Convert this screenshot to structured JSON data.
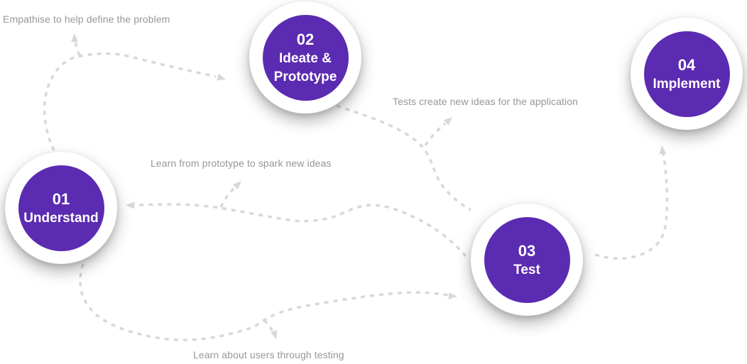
{
  "theme": {
    "step_fill": "#5B2BB1",
    "step_ring": "#FFFFFF",
    "step_text": "#FFFFFF",
    "connector": "#D8D8D8",
    "annotation_text": "#97979C",
    "canvas_bg": "#FFFFFF"
  },
  "diagram": {
    "type": "design-process-flow",
    "steps": [
      {
        "number": "01",
        "label": "Understand",
        "lines": [
          "Understand"
        ]
      },
      {
        "number": "02",
        "label": "Ideate & Prototype",
        "lines": [
          "Ideate &",
          "Prototype"
        ]
      },
      {
        "number": "03",
        "label": "Test",
        "lines": [
          "Test"
        ]
      },
      {
        "number": "04",
        "label": "Implement",
        "lines": [
          "Implement"
        ]
      }
    ],
    "annotations": [
      {
        "id": "empathise",
        "text": "Empathise to help define the problem"
      },
      {
        "id": "tests",
        "text": "Tests create new ideas for the application"
      },
      {
        "id": "prototype",
        "text": "Learn from prototype to spark new ideas"
      },
      {
        "id": "users",
        "text": "Learn about users through testing"
      }
    ]
  }
}
